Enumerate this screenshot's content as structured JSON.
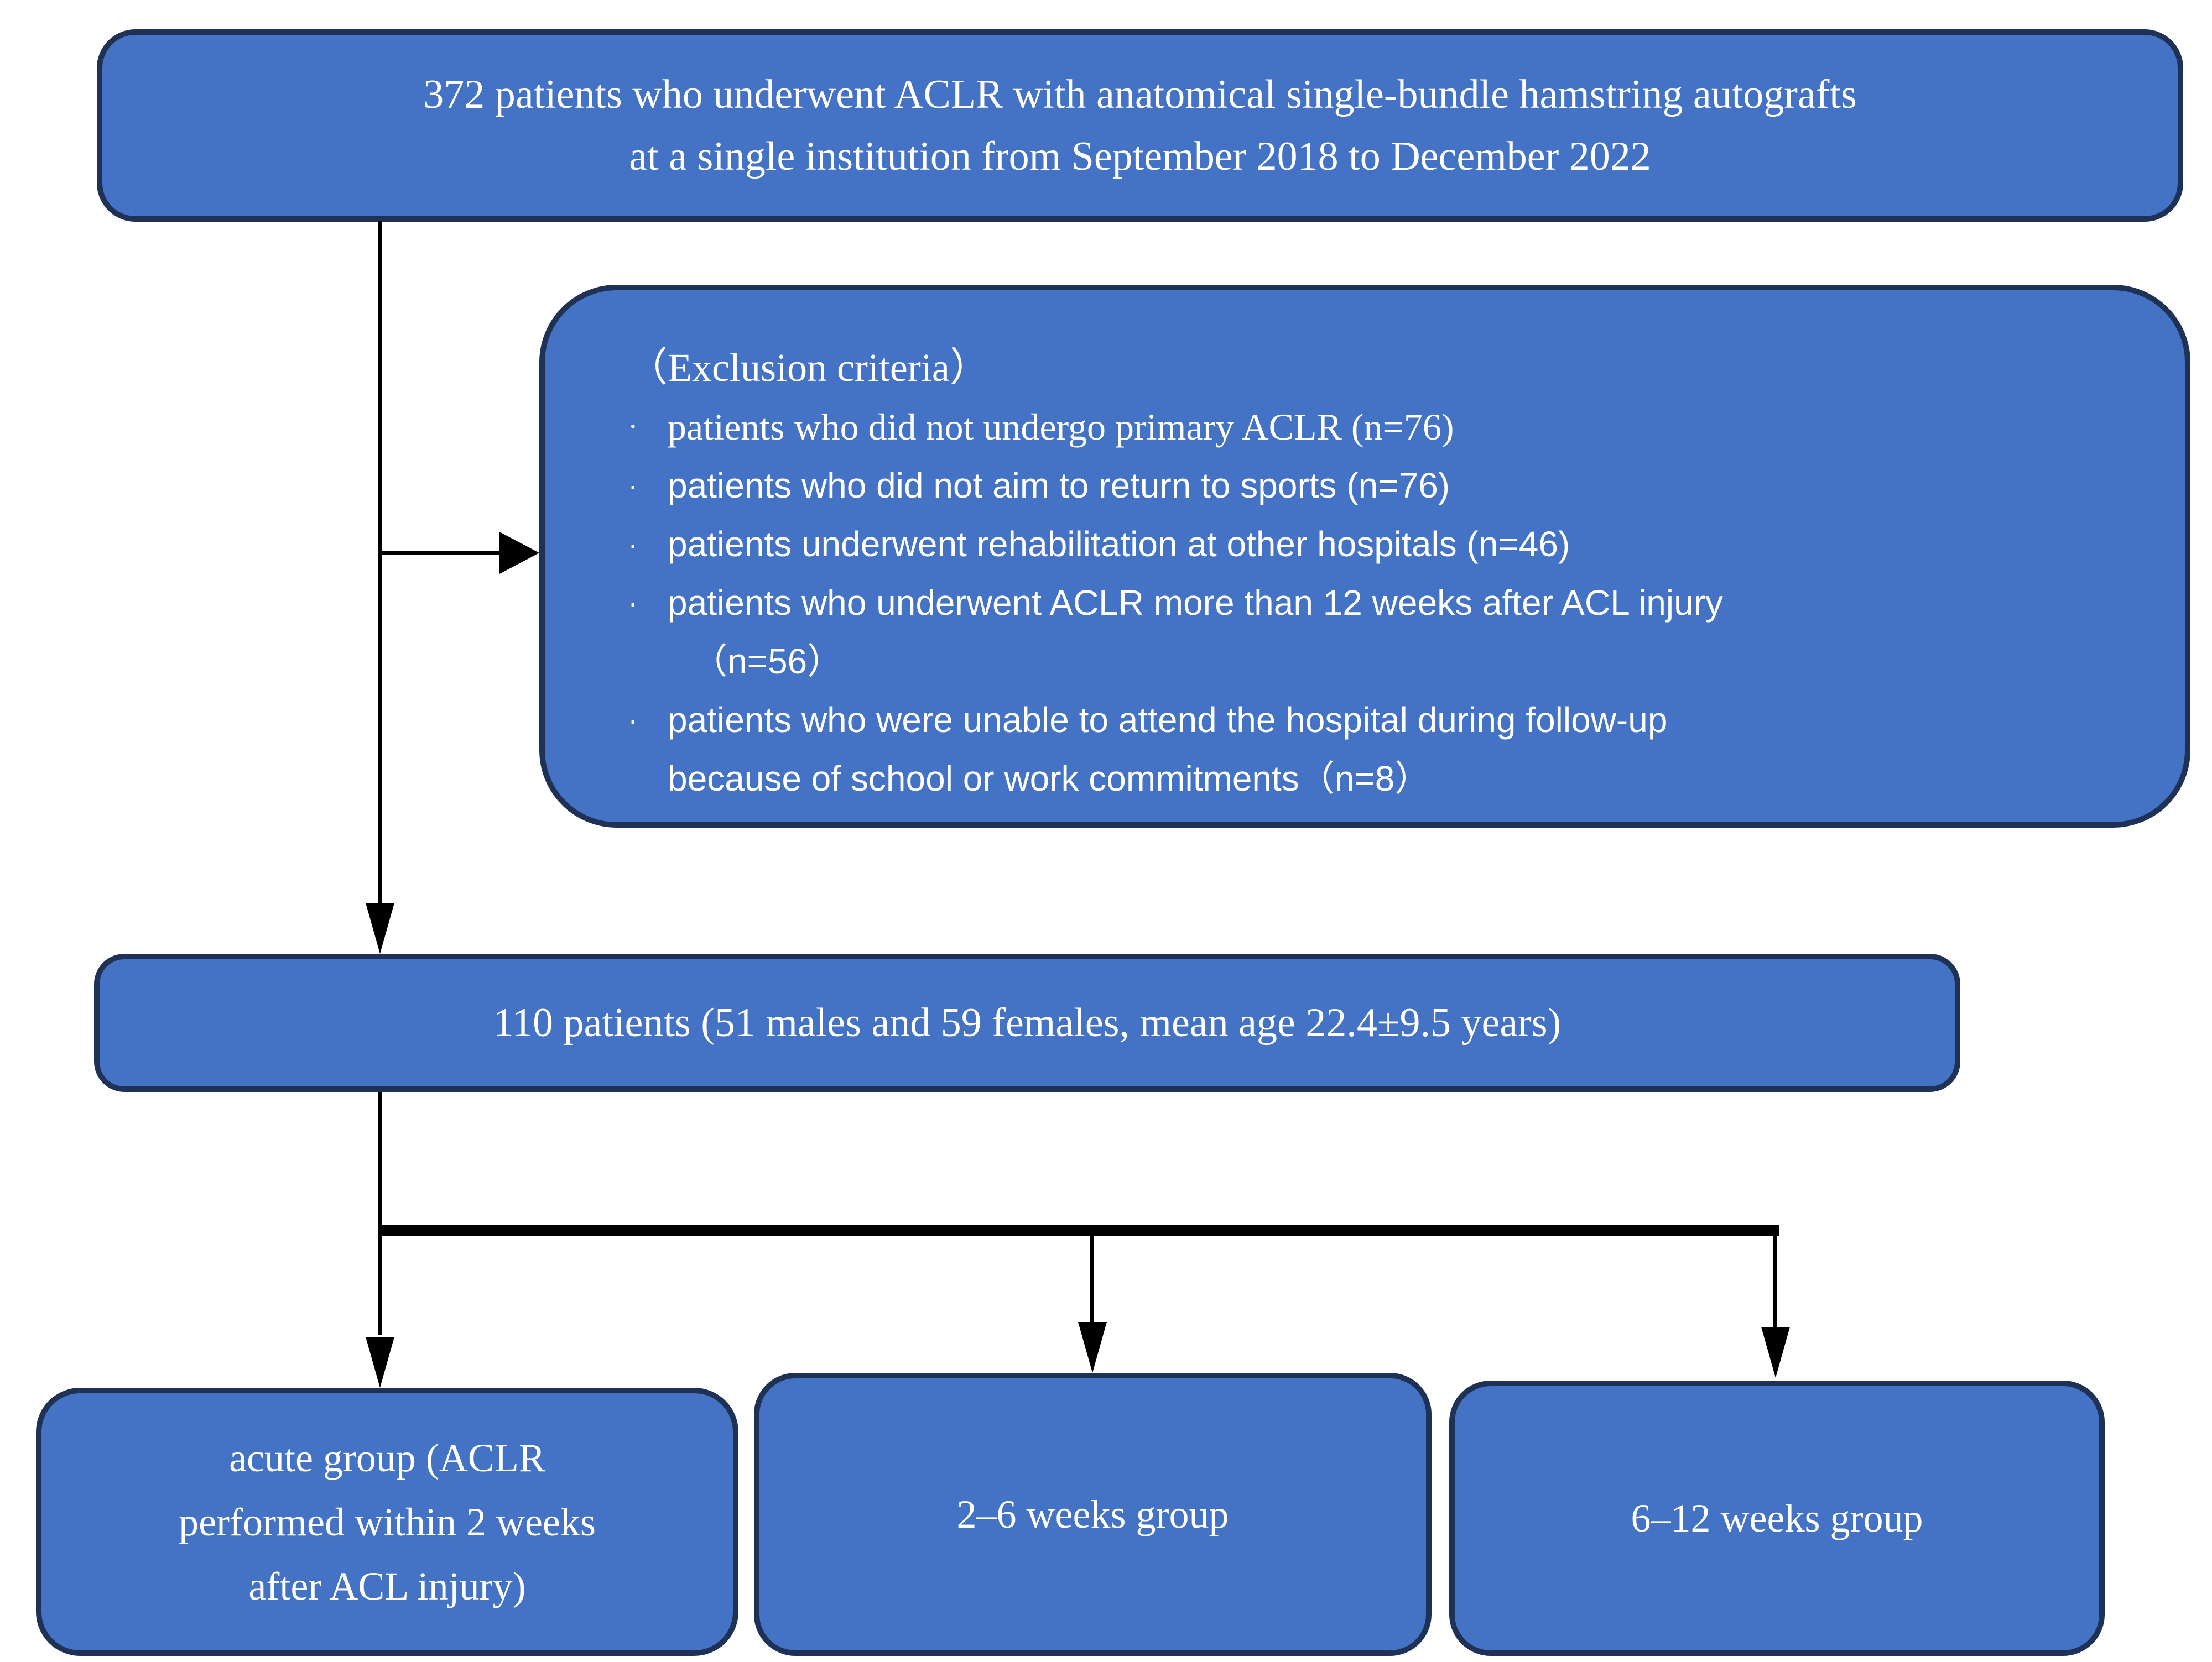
{
  "palette": {
    "box_fill": "#4472C4",
    "box_border": "#1f3256",
    "text": "#ffffff",
    "connector": "#000000",
    "background": "#ffffff"
  },
  "top_box": {
    "line1": "372 patients who underwent ACLR with anatomical single-bundle hamstring autografts",
    "line2": "at a single institution from September 2018 to December 2022"
  },
  "exclusion_box": {
    "title": "（Exclusion criteria）",
    "bullet_char": "·",
    "items": [
      {
        "line1": "patients who did not undergo primary ACLR (n=76)"
      },
      {
        "line1": "patients who did not aim to return to sports (n=76)"
      },
      {
        "line1": "patients underwent rehabilitation at other hospitals (n=46)"
      },
      {
        "line1": "patients who underwent ACLR more than 12 weeks after ACL injury",
        "line2": "（n=56）"
      },
      {
        "line1": "patients who were unable to attend the hospital during follow-up",
        "line2": "because of school or work commitments（n=8）"
      }
    ]
  },
  "cohort_box": {
    "text": "110 patients (51 males and 59 females, mean age 22.4±9.5 years)"
  },
  "group_boxes": [
    {
      "lines": [
        "acute group (ACLR",
        "performed within 2 weeks",
        "after ACL injury)"
      ]
    },
    {
      "lines": [
        "2–6 weeks group"
      ]
    },
    {
      "lines": [
        "6–12 weeks group"
      ]
    }
  ]
}
